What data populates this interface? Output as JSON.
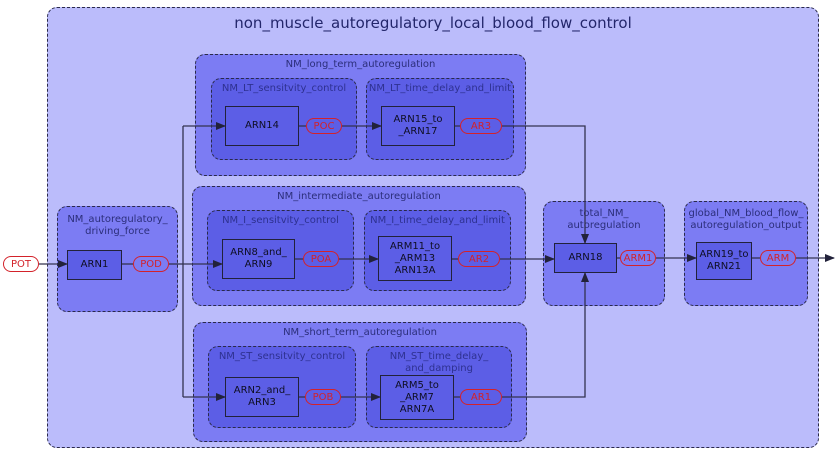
{
  "diagram": {
    "title": "non_muscle_autoregulatory_local_blood_flow_control",
    "colors": {
      "outer_fill": "#bbbcfb",
      "group_fill": "#7c7cf3",
      "subgroup_fill": "#5c5ee6",
      "port_color": "#d3222a",
      "line_color": "#22223a"
    },
    "groups": {
      "driving_force": {
        "title": "NM_autoregulatory_\ndriving_force",
        "block": "ARN1",
        "output": "POD"
      },
      "long_term": {
        "title": "NM_long_term_autoregulation",
        "sensitivity": {
          "title": "NM_LT_sensitvity_control",
          "block": "ARN14",
          "output": "POC"
        },
        "delay": {
          "title": "NM_LT_time_delay_and_limit",
          "block": "ARN15_to\n_ARN17",
          "output": "AR3"
        }
      },
      "intermediate": {
        "title": "NM_intermediate_autoregulation",
        "sensitivity": {
          "title": "NM_I_sensitvity_control",
          "block": "ARN8_and_\nARN9",
          "output": "POA"
        },
        "delay": {
          "title": "NM_I_time_delay_and_limit",
          "block": "ARM11_to\n_ARM13\nARN13A",
          "output": "AR2"
        }
      },
      "short_term": {
        "title": "NM_short_term_autoregulation",
        "sensitivity": {
          "title": "NM_ST_sensitvity_control",
          "block": "ARN2_and_\nARN3",
          "output": "POB"
        },
        "delay": {
          "title": "NM_ST_time_delay_\nand_damping",
          "block": "ARM5_to\n_ARM7\nARN7A",
          "output": "AR1"
        }
      },
      "total": {
        "title": "total_NM_\nautoregulation",
        "block": "ARN18",
        "output": "ARM1"
      },
      "global_output": {
        "title": "global_NM_blood_flow_\nautoregulation_output",
        "block": "ARN19_to\nARN21",
        "output": "ARM"
      }
    },
    "input": "POT"
  }
}
